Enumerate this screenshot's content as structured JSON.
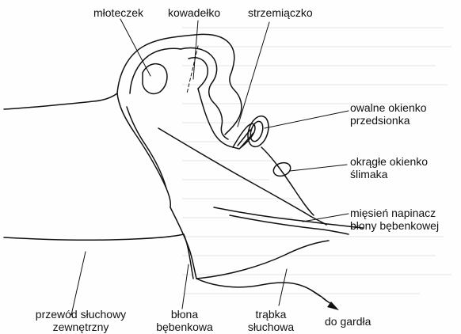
{
  "labels": {
    "mloteczek": "młoteczek",
    "kowadelko": "kowadełko",
    "strzemiaczko": "strzemiączko",
    "owalne_line1": "owalne okienko",
    "owalne_line2": "przedsionka",
    "okragle_line1": "okrągłe okienko",
    "okragle_line2": "ślimaka",
    "miesien_line1": "mięsień napinacz",
    "miesien_line2": "błony bębenkowej",
    "przewod_line1": "przewód słuchowy",
    "przewod_line2": "zewnętrzny",
    "blona_line1": "błona",
    "blona_line2": "bębenkowa",
    "trabka_line1": "trąbka",
    "trabka_line2": "słuchowa",
    "do_gardla": "do gardła"
  }
}
